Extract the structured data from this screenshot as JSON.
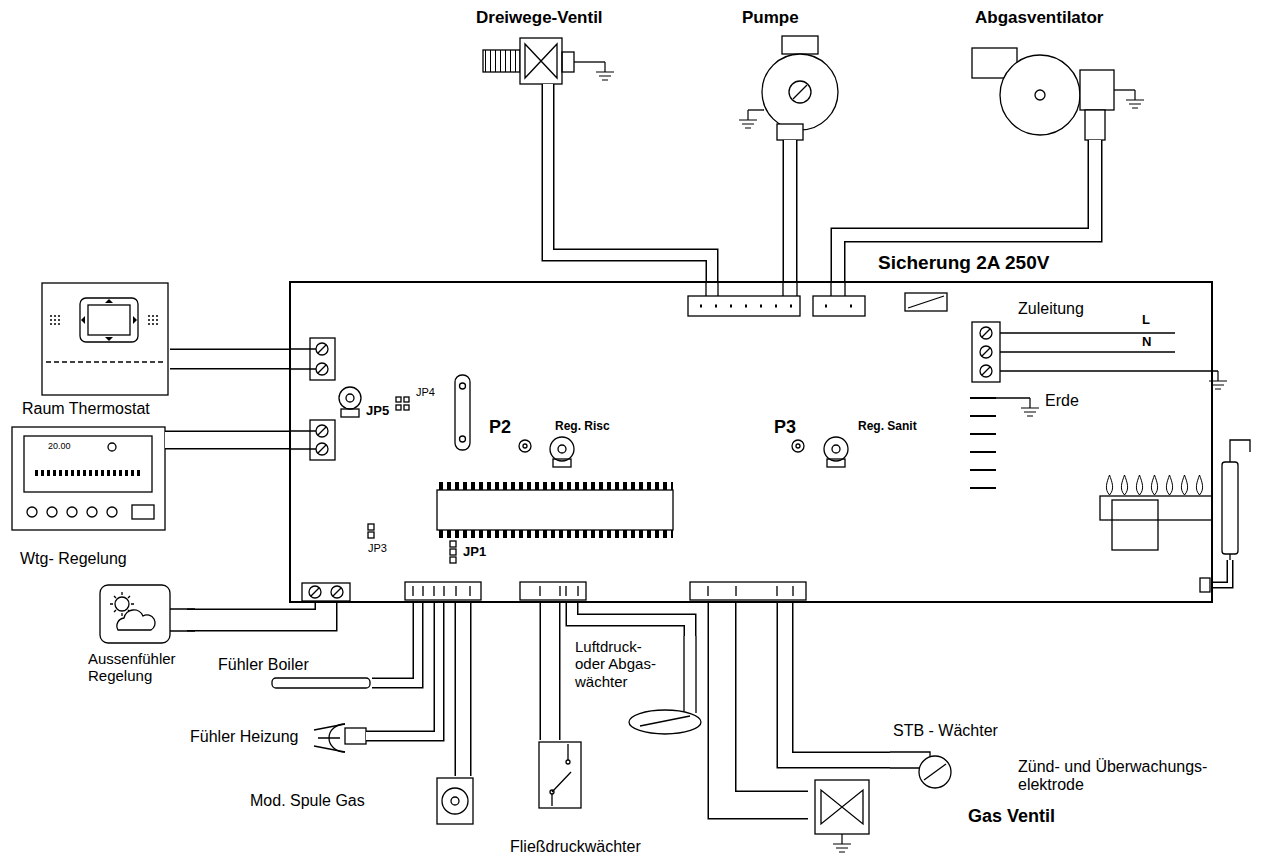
{
  "diagram": {
    "nodes": [
      {
        "text": [
          "P2",
          "Reg. Risc",
          "P3",
          "Reg. Sanit",
          "JP4",
          "JP5",
          "JP3",
          "JP1"
        ]
      },
      {
        "text": [
          "Dreiwege-Ventil"
        ]
      },
      {
        "text": [
          "Pumpe"
        ]
      },
      {
        "text": [
          "Abgasventilator"
        ]
      },
      {
        "text": [
          "Raum Thermostat"
        ]
      },
      {
        "text": [
          "Wtg- Regelung"
        ]
      },
      {
        "text": [
          "Aussenfühler Regelung"
        ]
      },
      {
        "text": [
          "Fühler Boiler"
        ]
      },
      {
        "text": [
          "Fühler Heizung"
        ]
      },
      {
        "text": [
          "Mod. Spule Gas"
        ]
      },
      {
        "text": [
          "Fließdruckwächter"
        ]
      },
      {
        "text": [
          "Luftdruck- oder Abgas- wächter"
        ]
      },
      {
        "text": [
          "STB - Wächter"
        ]
      },
      {
        "text": [
          "Gas Ventil"
        ]
      },
      {
        "text": [
          "Zünd- und Überwachungs- elektrode"
        ]
      }
    ],
    "edges": [
      {
        "from": 1,
        "to": 0,
        "arrow": "none"
      },
      {
        "from": 2,
        "to": 0,
        "arrow": "none"
      },
      {
        "from": 3,
        "to": 0,
        "arrow": "none"
      },
      {
        "from": 4,
        "to": 0,
        "arrow": "none"
      },
      {
        "from": 5,
        "to": 0,
        "arrow": "none"
      },
      {
        "from": 6,
        "to": 0,
        "arrow": "none"
      },
      {
        "from": 7,
        "to": 0,
        "arrow": "none"
      },
      {
        "from": 8,
        "to": 0,
        "arrow": "none"
      },
      {
        "from": 9,
        "to": 0,
        "arrow": "none"
      },
      {
        "from": 10,
        "to": 0,
        "arrow": "none"
      },
      {
        "from": 11,
        "to": 0,
        "arrow": "none"
      },
      {
        "from": 12,
        "to": 0,
        "arrow": "none"
      },
      {
        "from": 13,
        "to": 0,
        "arrow": "none"
      },
      {
        "from": 14,
        "to": 0,
        "arrow": "none"
      }
    ],
    "labels": [
      "Sicherung 2A 250V",
      "Zuleitung",
      "L",
      "N",
      "Erde",
      "20.00"
    ]
  }
}
